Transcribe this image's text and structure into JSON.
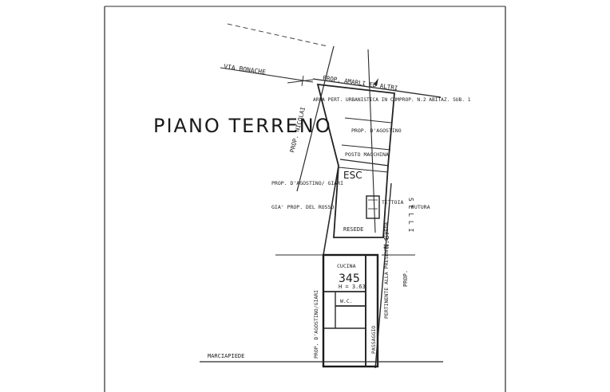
{
  "plan": {
    "title": "PIANO TERRENO",
    "street_top": "VIA BONACHE",
    "prop_top": "PROP. AMARLI ED ALTRI",
    "prop_nicolai": "PROP. NICOLAI",
    "area": "AREA PERT. URBANISTICA IN COMPROP. N.2 ABITAZ. SUB. 1",
    "prop_dagostino_top": "PROP. D'AGOSTINO",
    "posto": "POSTO MACCHINA",
    "esc": "ESC",
    "prop_left": "PROP. D'AGOSTINO/ GIARI",
    "prop_left_2": "GIA' PROP. DEL ROSSO",
    "tettoia": "TETTOIA",
    "futura": "FUTURA",
    "resede": "RESEDE",
    "selli": "S E L L I",
    "prop_right": "PROP.",
    "nc": "N.C.",
    "pertinente": "PERTINENTE ALLA PRESENTE SCHEDA",
    "passaggio": "PASSAGGIO",
    "cucina": "CUCINA",
    "room_number": "345",
    "height": "H = 3.63",
    "wc": "W.C.",
    "prop_bottom_left": "PROP. D'AGOSTINO/GIARI",
    "sidewalk": "MARCIAPIEDE"
  }
}
